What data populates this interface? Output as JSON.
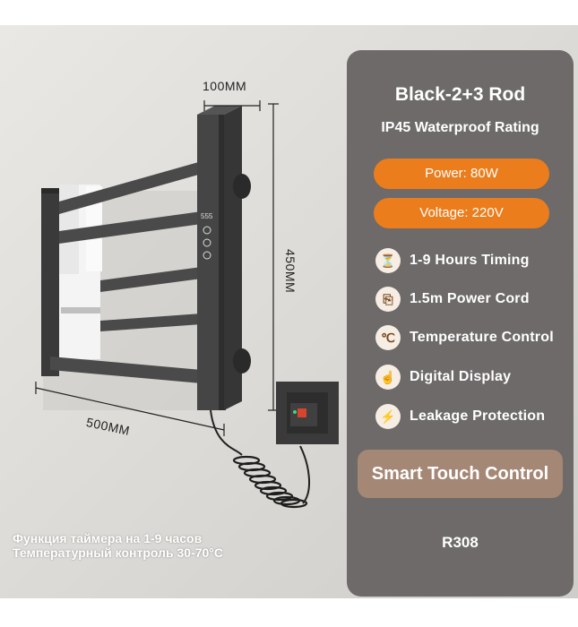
{
  "dimensions": {
    "depth": "100MM",
    "height": "450MM",
    "width": "500MM"
  },
  "russian_text": {
    "line1": "Функция таймера на 1-9 часов",
    "line2": "Температурный контроль 30-70°C"
  },
  "panel": {
    "title": "Black-2+3 Rod",
    "subtitle": "IP45 Waterproof Rating",
    "pills": [
      {
        "label": "Power: 80W"
      },
      {
        "label": "Voltage: 220V"
      }
    ],
    "features": [
      {
        "icon": "timer-icon",
        "label": "1-9 Hours Timing"
      },
      {
        "icon": "power-plug-icon",
        "label": "1.5m Power Cord"
      },
      {
        "icon": "thermometer-icon",
        "label": "Temperature Control"
      },
      {
        "icon": "touch-hand-icon",
        "label": "Digital Display"
      },
      {
        "icon": "lightning-icon",
        "label": "Leakage Protection"
      }
    ],
    "smart_label": "Smart Touch Control",
    "model": "R308"
  },
  "colors": {
    "panel_bg": "#6d6a69",
    "pill_orange": "#ec7d1d",
    "smart_bg": "#a48774"
  }
}
